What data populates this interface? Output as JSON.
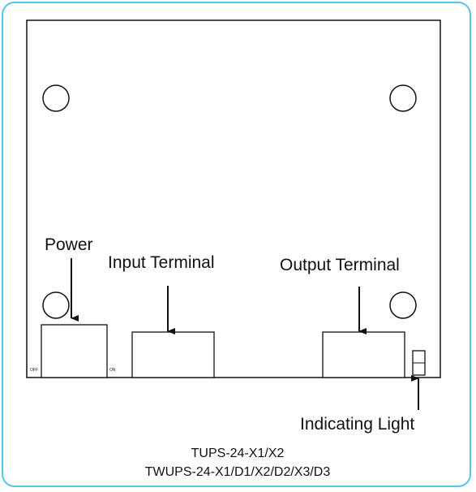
{
  "labels": {
    "power": "Power",
    "input_terminal": "Input Terminal",
    "output_terminal": "Output Terminal",
    "indicating_light": "Indicating Light"
  },
  "switch": {
    "off": "OFF",
    "on": "ON"
  },
  "models": {
    "line1": "TUPS-24-X1/X2",
    "line2": "TWUPS-24-X1/D1/X2/D2/X3/D3"
  },
  "colors": {
    "frame": "#5bc4e6",
    "line": "#111111"
  }
}
